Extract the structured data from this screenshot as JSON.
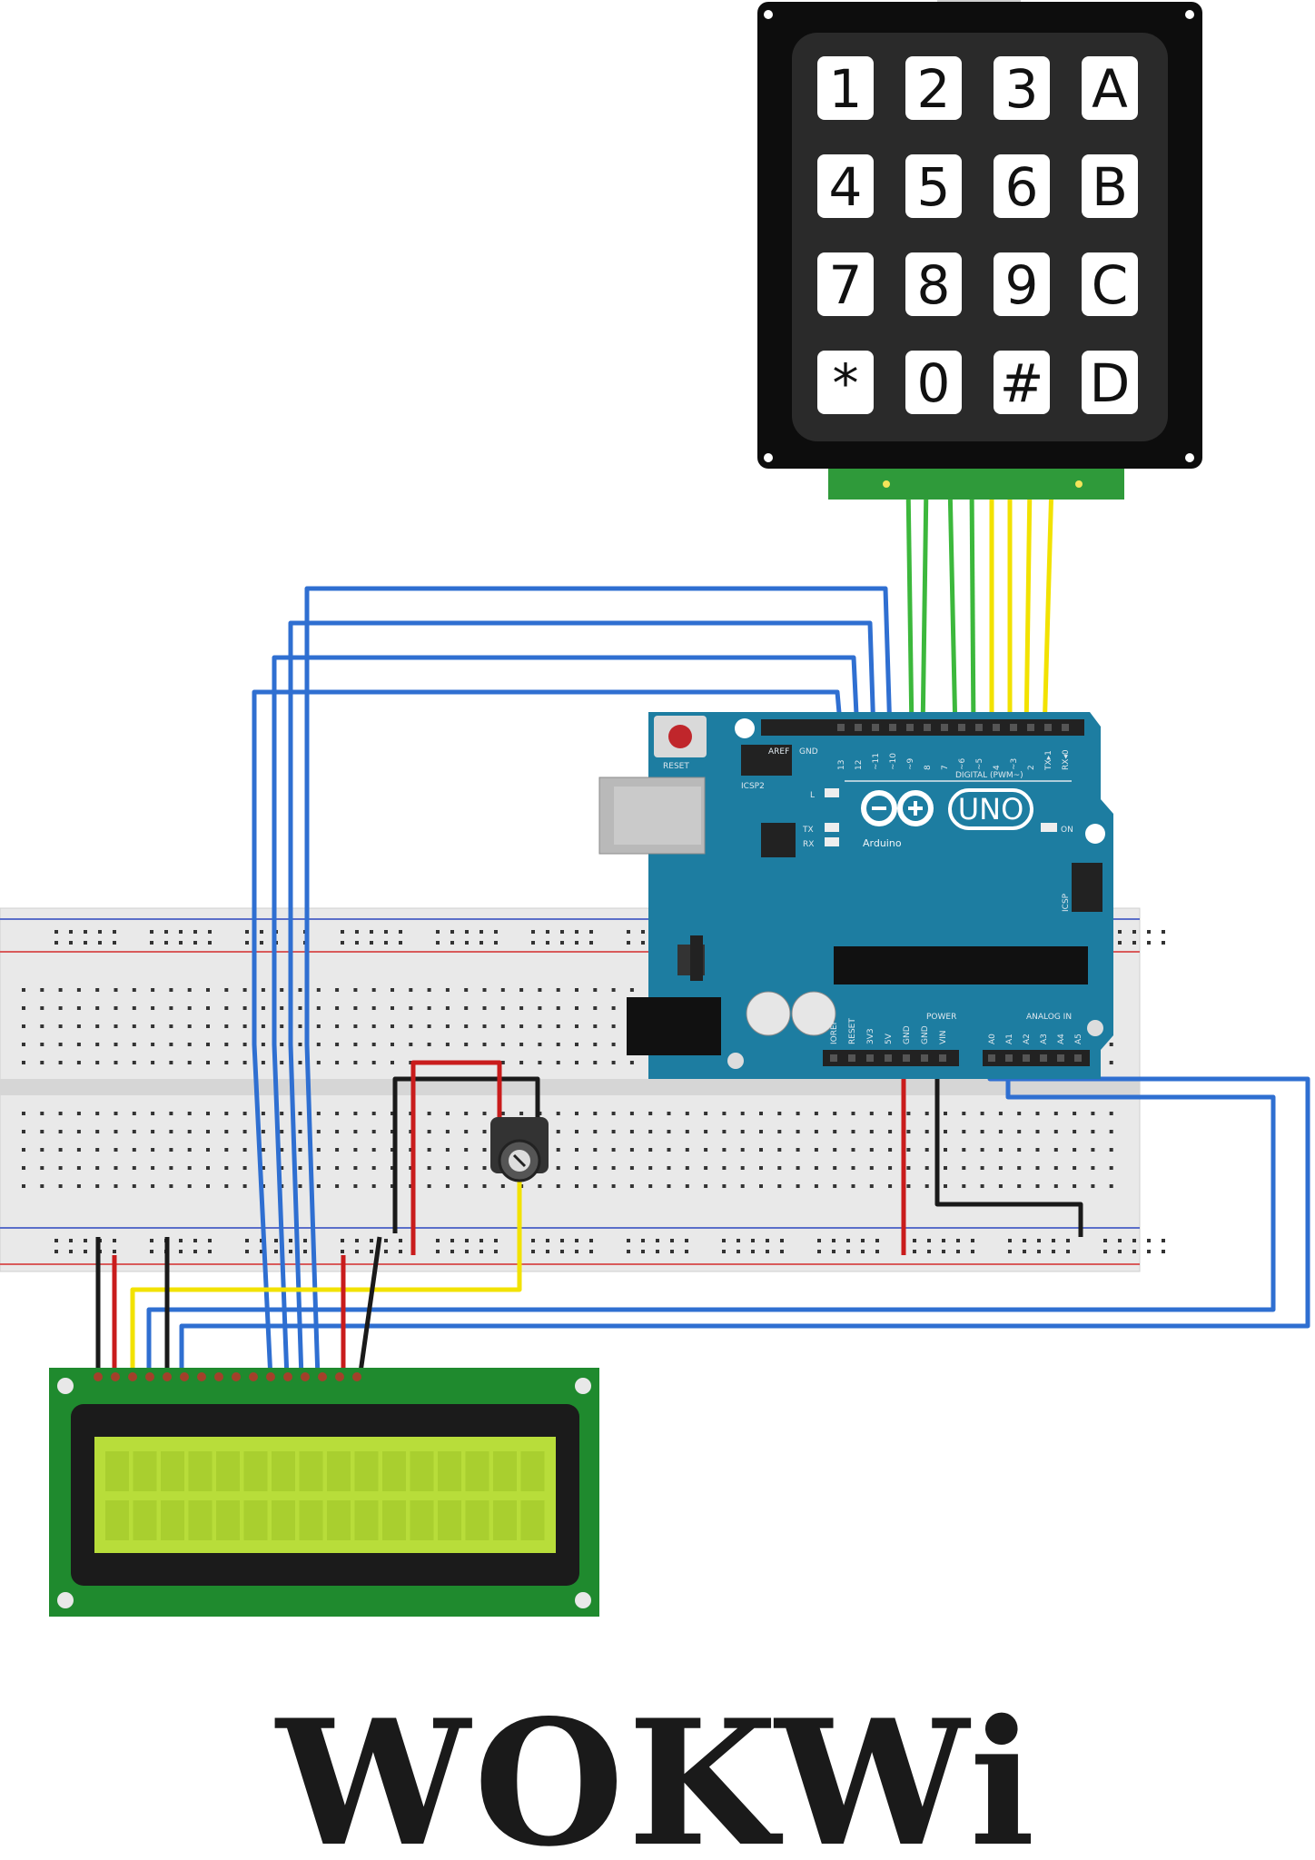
{
  "keypad": {
    "keys": [
      [
        "1",
        "2",
        "3",
        "A"
      ],
      [
        "4",
        "5",
        "6",
        "B"
      ],
      [
        "7",
        "8",
        "9",
        "C"
      ],
      [
        "*",
        "0",
        "#",
        "D"
      ]
    ]
  },
  "arduino": {
    "reset_label": "RESET",
    "icsp2_label": "ICSP2",
    "aref_label": "AREF",
    "gnd_label": "GND",
    "digital_pins": [
      "13",
      "12",
      "~11",
      "~10",
      "~9",
      "8",
      "7",
      "~6",
      "~5",
      "4",
      "~3",
      "2",
      "TX▸1",
      "RX◂0"
    ],
    "digital_label": "DIGITAL (PWM~)",
    "l_label": "L",
    "tx_label": "TX",
    "rx_label": "RX",
    "uno_label": "UNO",
    "brand_label": "Arduino",
    "on_label": "ON",
    "icsp_label": "ICSP",
    "power_label": "POWER",
    "power_pins": [
      "IOREF",
      "RESET",
      "3V3",
      "5V",
      "GND",
      "GND",
      "VIN"
    ],
    "analog_label": "ANALOG IN",
    "analog_pins": [
      "A0",
      "A1",
      "A2",
      "A3",
      "A4",
      "A5"
    ]
  },
  "logo": {
    "text": "WOKWi"
  },
  "colors": {
    "board": "#1d7da1",
    "wire_blue": "#2f6fd1",
    "wire_green": "#3cb83c",
    "wire_yellow": "#f2e200",
    "wire_red": "#c91c1c",
    "wire_black": "#1a1a1a",
    "lcd_screen": "#b8dd3a",
    "lcd_pcb": "#1f8a2e"
  }
}
